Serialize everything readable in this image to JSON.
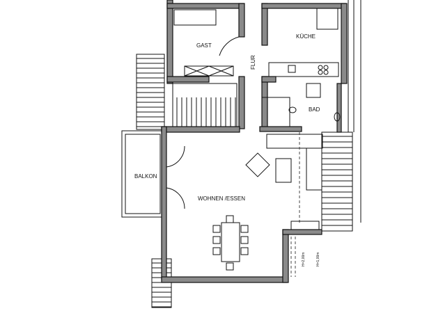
{
  "rooms": {
    "guest": "GAST",
    "hallway": "FLUR",
    "kitchen": "KÜCHE",
    "bathroom": "BAD",
    "balcony": "BALKON",
    "living_dining": "WOHNEN /ESSEN"
  },
  "annotations": {
    "height_1": "H=2,00m",
    "height_2": "H=1,00m"
  },
  "colors": {
    "wall": "#8a8a8a",
    "line": "#111111"
  }
}
